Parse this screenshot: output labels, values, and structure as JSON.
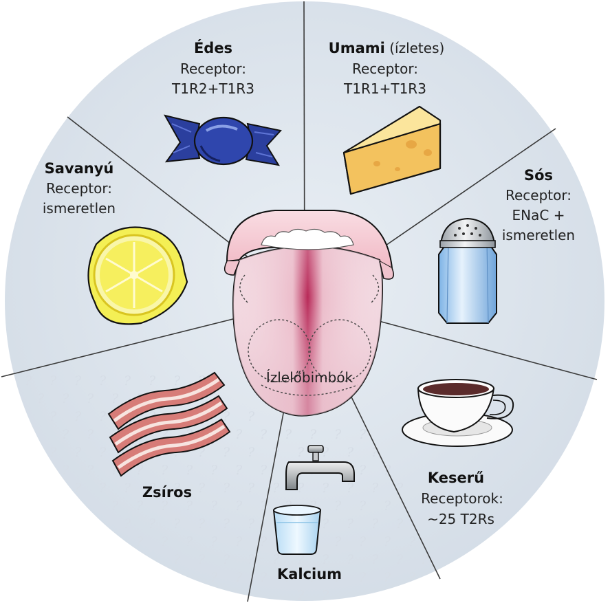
{
  "segments": {
    "sweet": {
      "title": "Édes",
      "line1": "Receptor:",
      "line2": "T1R2+T1R3"
    },
    "umami": {
      "title": "Umami",
      "title_extra": " (ízletes)",
      "line1": "Receptor:",
      "line2": "T1R1+T1R3"
    },
    "salty": {
      "title": "Sós",
      "line1": "Receptor:",
      "line2": "ENaC +",
      "line3": "ismeretlen"
    },
    "bitter": {
      "title": "Keserű",
      "line1": "Receptorok:",
      "line2": "~25 T2Rs"
    },
    "calcium": {
      "title": "Kalcium"
    },
    "fat": {
      "title": "Zsíros"
    },
    "sour": {
      "title": "Savanyú",
      "line1": "Receptor:",
      "line2": "ismeretlen"
    }
  },
  "tongue": {
    "label": "Ízlelőbimbók"
  },
  "unknown_mark": "?",
  "colors": {
    "disc": "#dbe3ec",
    "divider": "#333333",
    "tongue": "#f2d3dc",
    "tongue_center": "#b21b4e",
    "candy": "#2b3f9e",
    "cheese": "#f7d27a",
    "lemon": "#f4ef55",
    "salt_shaker": "#9ec8f0",
    "cup": "#f8f8f8",
    "coffee": "#5b2b2b",
    "bacon": "#d77c78",
    "water": "#cfe7f7",
    "tap": "#a4a8ab"
  },
  "icons": [
    "candy-icon",
    "cheese-icon",
    "salt-shaker-icon",
    "coffee-cup-icon",
    "faucet-icon",
    "water-glass-icon",
    "bacon-icon",
    "lemon-icon",
    "tongue-icon"
  ]
}
